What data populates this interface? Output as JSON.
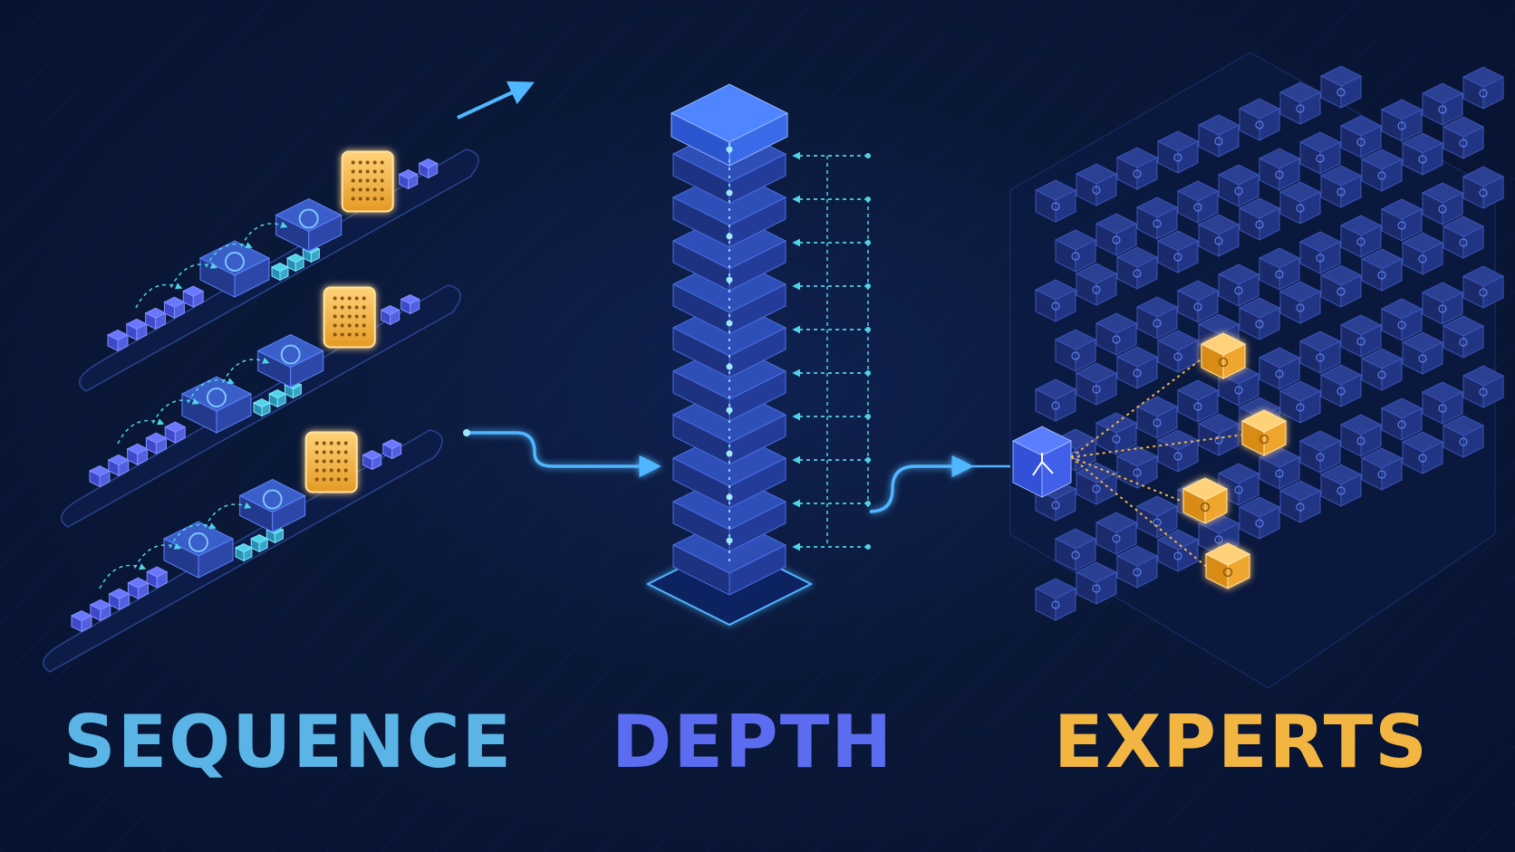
{
  "labels": {
    "sequence": "SEQUENCE",
    "depth": "DEPTH",
    "experts": "EXPERTS"
  },
  "colors": {
    "background": "#0a1838",
    "sequence": "#5ab4e6",
    "depth": "#5b6cf0",
    "experts": "#f2b541",
    "block_face": "#2a4396",
    "block_top": "#3d5ec7",
    "highlight": "#f2b541",
    "connector": "#4fd3e6"
  },
  "icons": {
    "recurrence": "loop-arrow-icon",
    "attention": "grid-dots-icon",
    "router": "branch-icon",
    "expert": "person-icon",
    "flow": "arrow-icon"
  },
  "sequence": {
    "tracks": 3,
    "tokens_per_track": 10
  },
  "depth": {
    "layers": 10
  },
  "experts": {
    "rows": 9,
    "cols": 12,
    "active": 4
  }
}
